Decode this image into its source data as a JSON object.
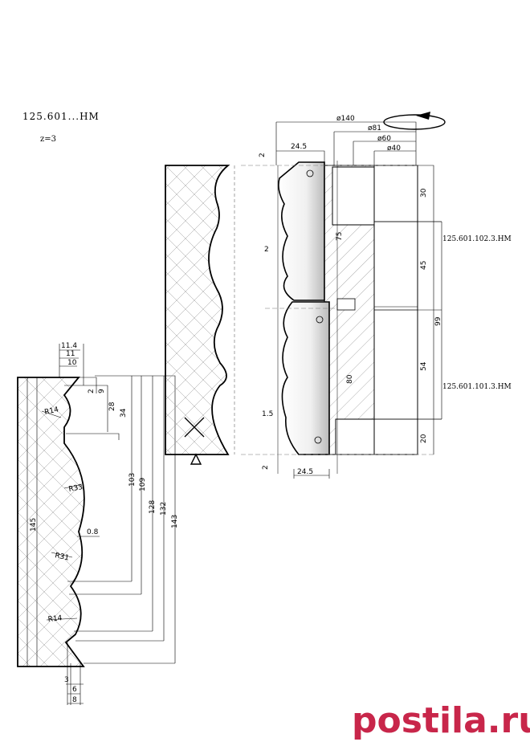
{
  "header": {
    "part_code": "125.601...НМ",
    "teeth": "z=3"
  },
  "left_profile": {
    "top_dims": [
      "11.4",
      "11",
      "10"
    ],
    "depth_dims": [
      "2",
      "9",
      "28",
      "34"
    ],
    "height_dims": [
      "103",
      "109",
      "128",
      "132",
      "143"
    ],
    "total_height": "145",
    "radii": [
      "R14",
      "R33",
      "R31",
      "R14"
    ],
    "gap": "0.8",
    "bottom_dims": [
      "3",
      "6",
      "8"
    ]
  },
  "cutter": {
    "diameters": [
      "ø140",
      "ø81",
      "ø60",
      "ø40"
    ],
    "width_top": "24.5",
    "width_bottom": "24.5",
    "offsets": [
      "2",
      "2",
      "1.5",
      "2"
    ],
    "section_dims": [
      "30",
      "45",
      "54",
      "20"
    ],
    "overall": "99",
    "bore_upper": "75",
    "bore_lower": "80",
    "ref_upper": "125.601.102.3.НМ",
    "ref_lower": "125.601.101.3.НМ"
  },
  "watermark": "postila.ru"
}
